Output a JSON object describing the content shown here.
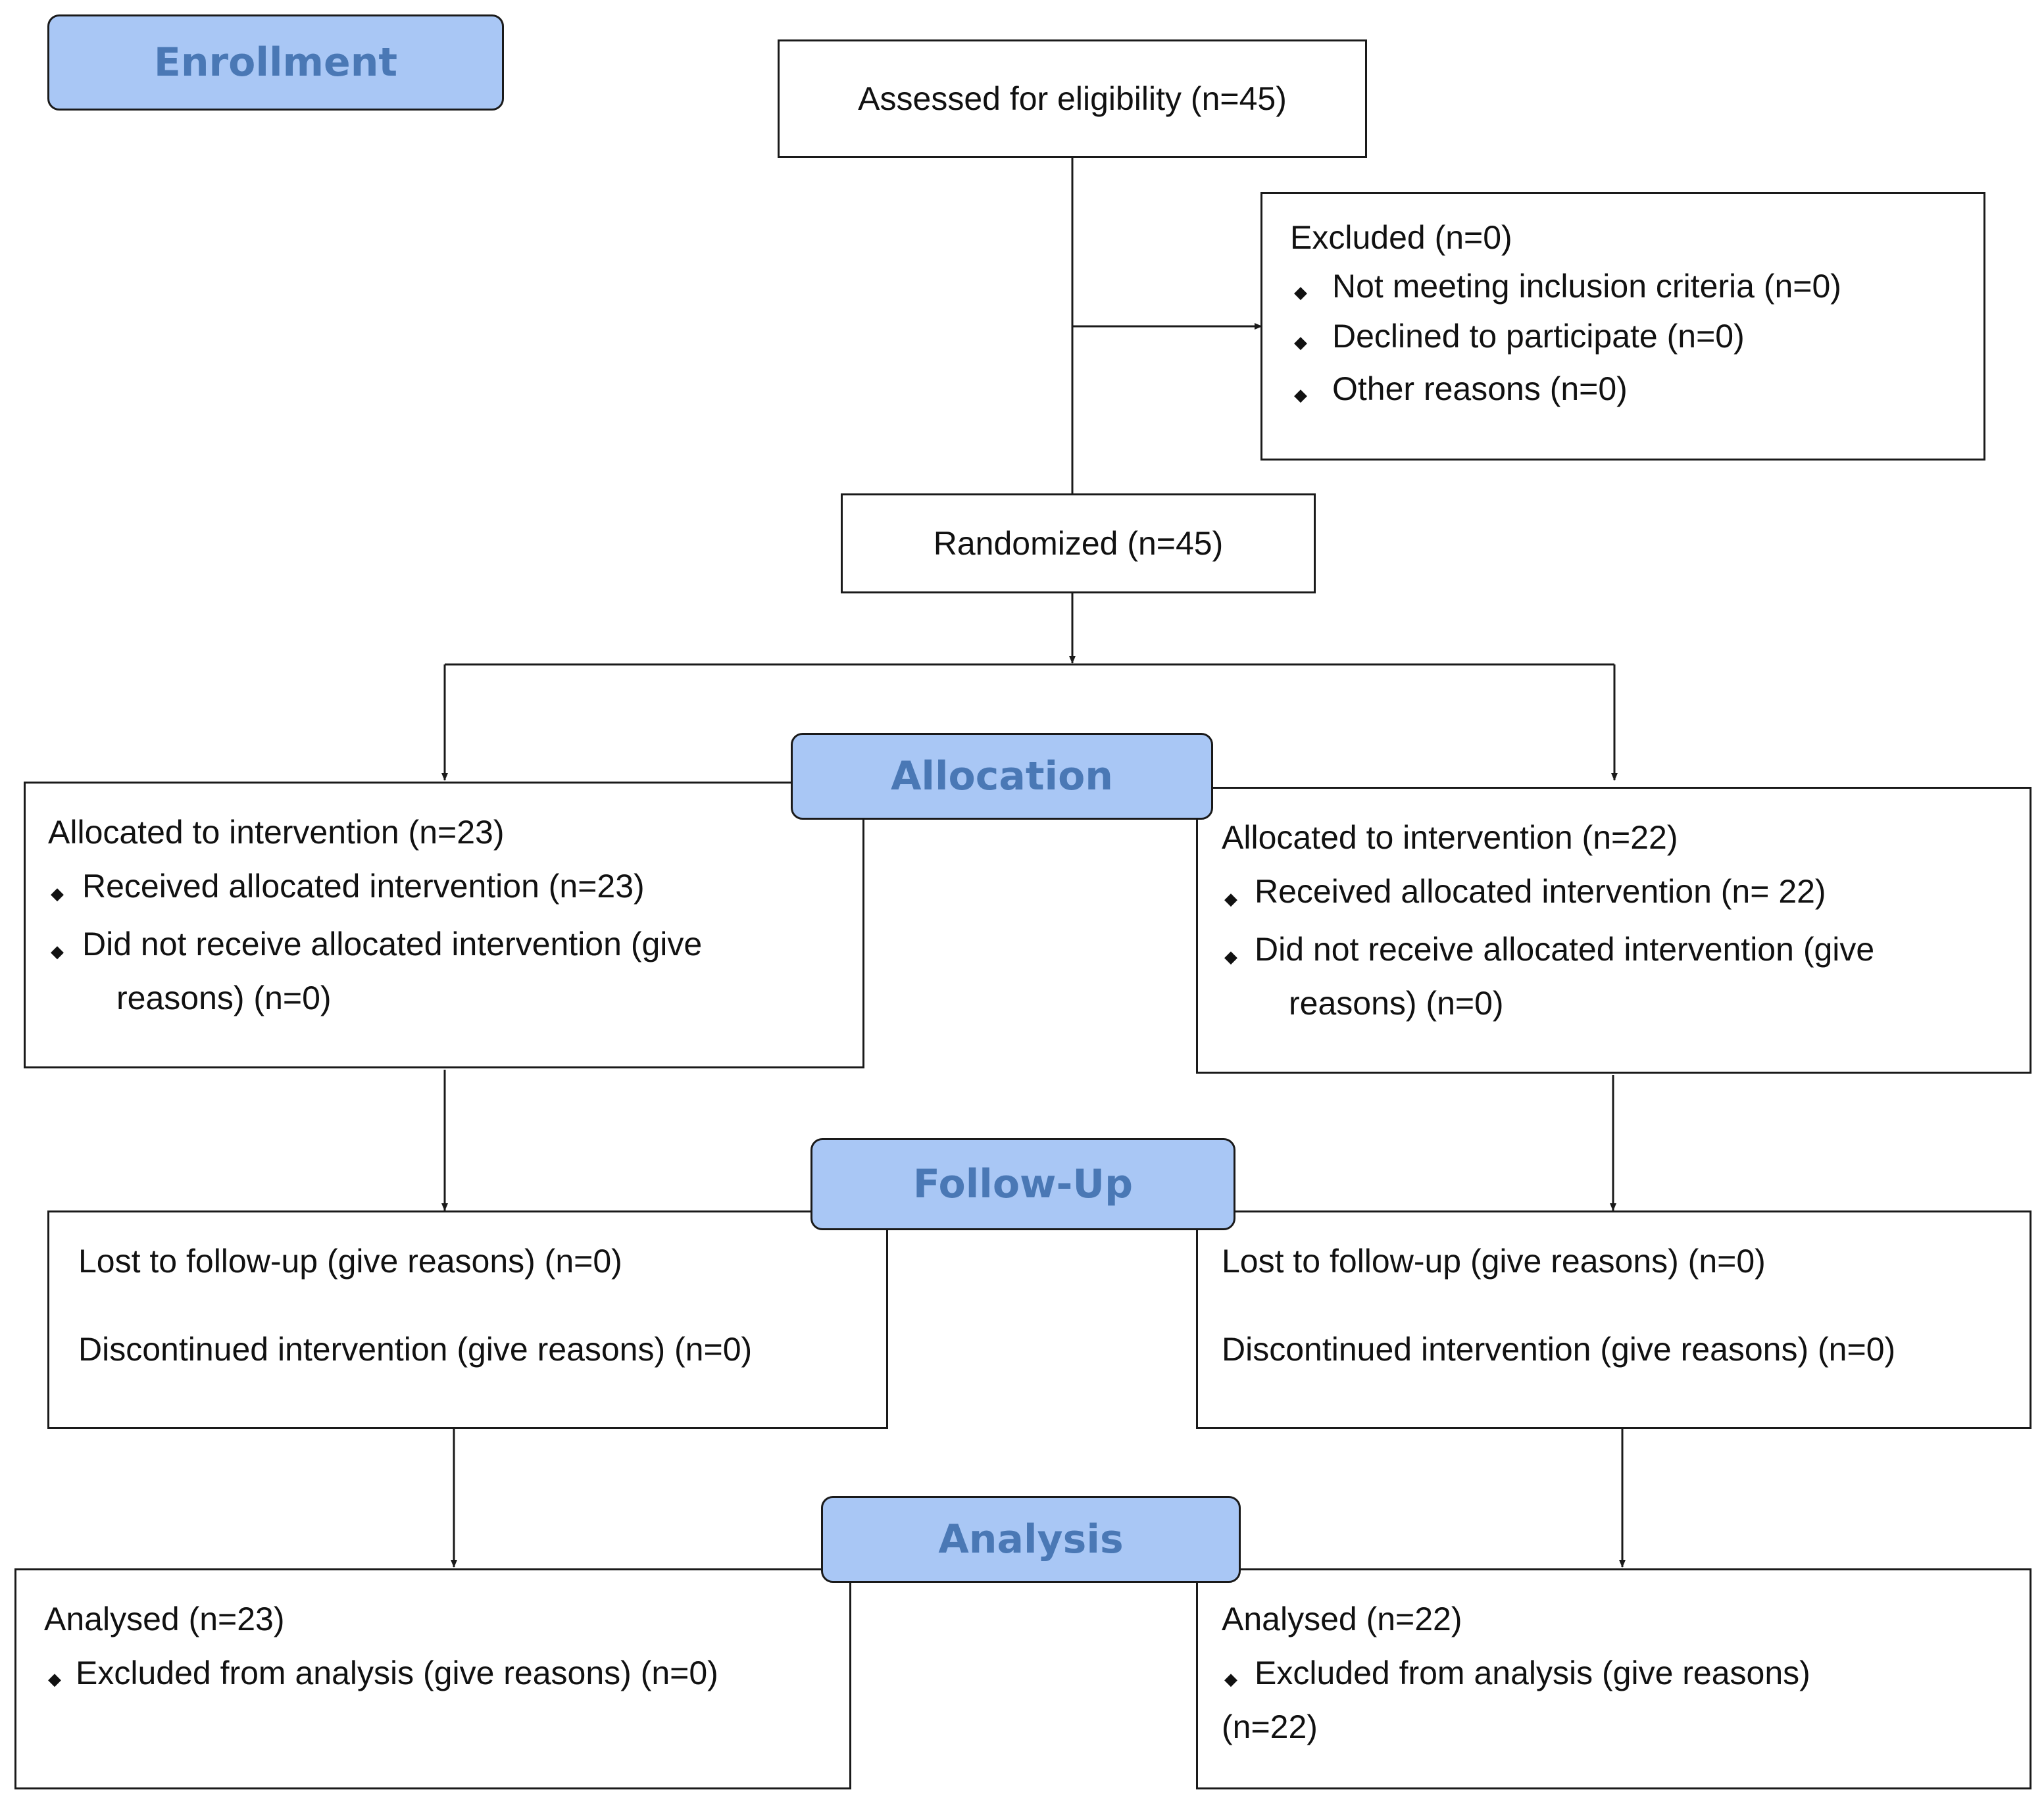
{
  "stages": {
    "enrollment": "Enrollment",
    "allocation": "Allocation",
    "follow_up": "Follow-Up",
    "analysis": "Analysis"
  },
  "assessed": "Assessed for eligibility (n=45)",
  "excluded": {
    "title": "Excluded (n=0)",
    "items": [
      "Not meeting inclusion criteria (n=0)",
      "Declined to participate (n=0)",
      "Other reasons (n=0)"
    ]
  },
  "randomized": "Randomized (n=45)",
  "allocation_left": {
    "title": "Allocated to intervention (n=23)",
    "item1": "Received allocated intervention (n=23)",
    "item2_line1": "Did not receive allocated intervention (give",
    "item2_line2": "reasons) (n=0)"
  },
  "allocation_right": {
    "title": "Allocated to intervention (n=22)",
    "item1": "Received allocated intervention (n= 22)",
    "item2_line1": "Did not receive allocated intervention (give",
    "item2_line2": "reasons) (n=0)"
  },
  "followup_left": {
    "lost": "Lost to follow-up (give reasons) (n=0)",
    "discontinued": "Discontinued intervention (give reasons) (n=0)"
  },
  "followup_right": {
    "lost": "Lost to follow-up (give reasons) (n=0)",
    "discontinued": "Discontinued intervention (give reasons) (n=0)"
  },
  "analysis_left": {
    "title": "Analysed (n=23)",
    "item1": "Excluded from analysis (give reasons) (n=0)"
  },
  "analysis_right": {
    "title": "Analysed (n=22)",
    "item1_line1": "Excluded from analysis (give reasons)",
    "item1_line2": "(n=22)"
  },
  "bullet_glyph": "◆"
}
